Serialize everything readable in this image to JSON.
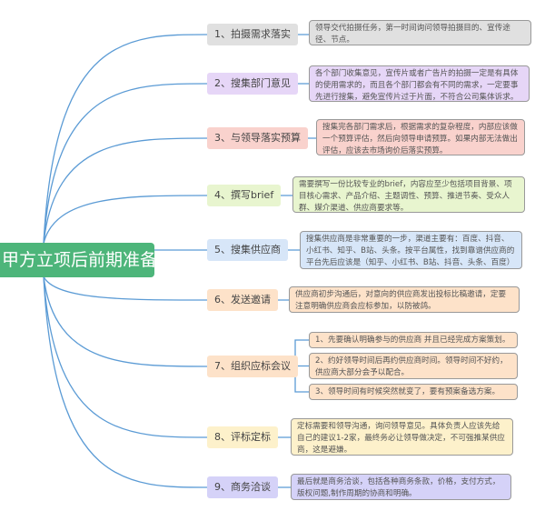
{
  "root": {
    "label": "甲方立项后前期准备",
    "color": "#4db57a"
  },
  "line_color": "#5b9bd5",
  "nodes": [
    {
      "label": "1、拍摄需求落实",
      "color": "#e0e0e0",
      "details": [
        "领导交代拍摄任务，第一时间询问领导拍摄目的、宣传途径、节点。"
      ]
    },
    {
      "label": "2、搜集部门意见",
      "color": "#e6d6f7",
      "details": [
        "各个部门收集意见，宣传片或者广告片的拍摄一定是有具体的使用需求的，而且各个部门都会有不同的需求，一定要事先进行搜集，避免宣传片过于片面，不符合公司集体诉求。"
      ]
    },
    {
      "label": "3、与领导落实预算",
      "color": "#f9d2cd",
      "details": [
        "搜集完各部门需求后，根据需求的复杂程度，内部应该做一个预算评估，然后向领导申请预算。如果内部无法做出评估，应该去市场询价后落实预算。"
      ]
    },
    {
      "label": "4、撰写brief",
      "color": "#e8f5cf",
      "details": [
        "需要撰写一份比较专业的brief，内容应至少包括项目背景、项目核心需求、产品介绍、主题调性、预算、推进节奏、受众人群、媒介渠道、供应商要求等。"
      ]
    },
    {
      "label": "5、搜集供应商",
      "color": "#d7e6f8",
      "details": [
        "搜集供应商是非常重要的一步，渠道主要有：百度、抖音、小红书、知乎、B站、头条。按平台属性，找到靠谱供应商的平台先后应该是（知乎、小红书、B站、抖音、头条、百度）"
      ]
    },
    {
      "label": "6、发送邀请",
      "color": "#fde2c9",
      "details": [
        "供应商初步沟通后，对意向的供应商发出投标比稿邀请，定要注意明确供应商会应标参加，以防被鸽。"
      ]
    },
    {
      "label": "7、组织应标会议",
      "color": "#fde2c9",
      "details": [
        "1、先要确认明确参与的供应商 并且已经完成方案策划。",
        "2、约好领导时间后再约供应商时间。领导时间不好约，供应商大部分会予以配合。",
        "3、领导时间有时候突然就变了，要有预案备选方案。"
      ]
    },
    {
      "label": "8、评标定标",
      "color": "#fdf1cb",
      "details": [
        "定标需要和领导沟通，询问领导意见。具体负责人应该先给自己的建议1-2家，最终务必让领导做决定，不可强推某供应商，这是避嫌。"
      ]
    },
    {
      "label": "9、商务洽谈",
      "color": "#d5d2f8",
      "details": [
        "最后就是商务洽谈，包括各种商务条款，价格，支付方式，版权问题,制作周期的协商和明确。"
      ]
    }
  ]
}
